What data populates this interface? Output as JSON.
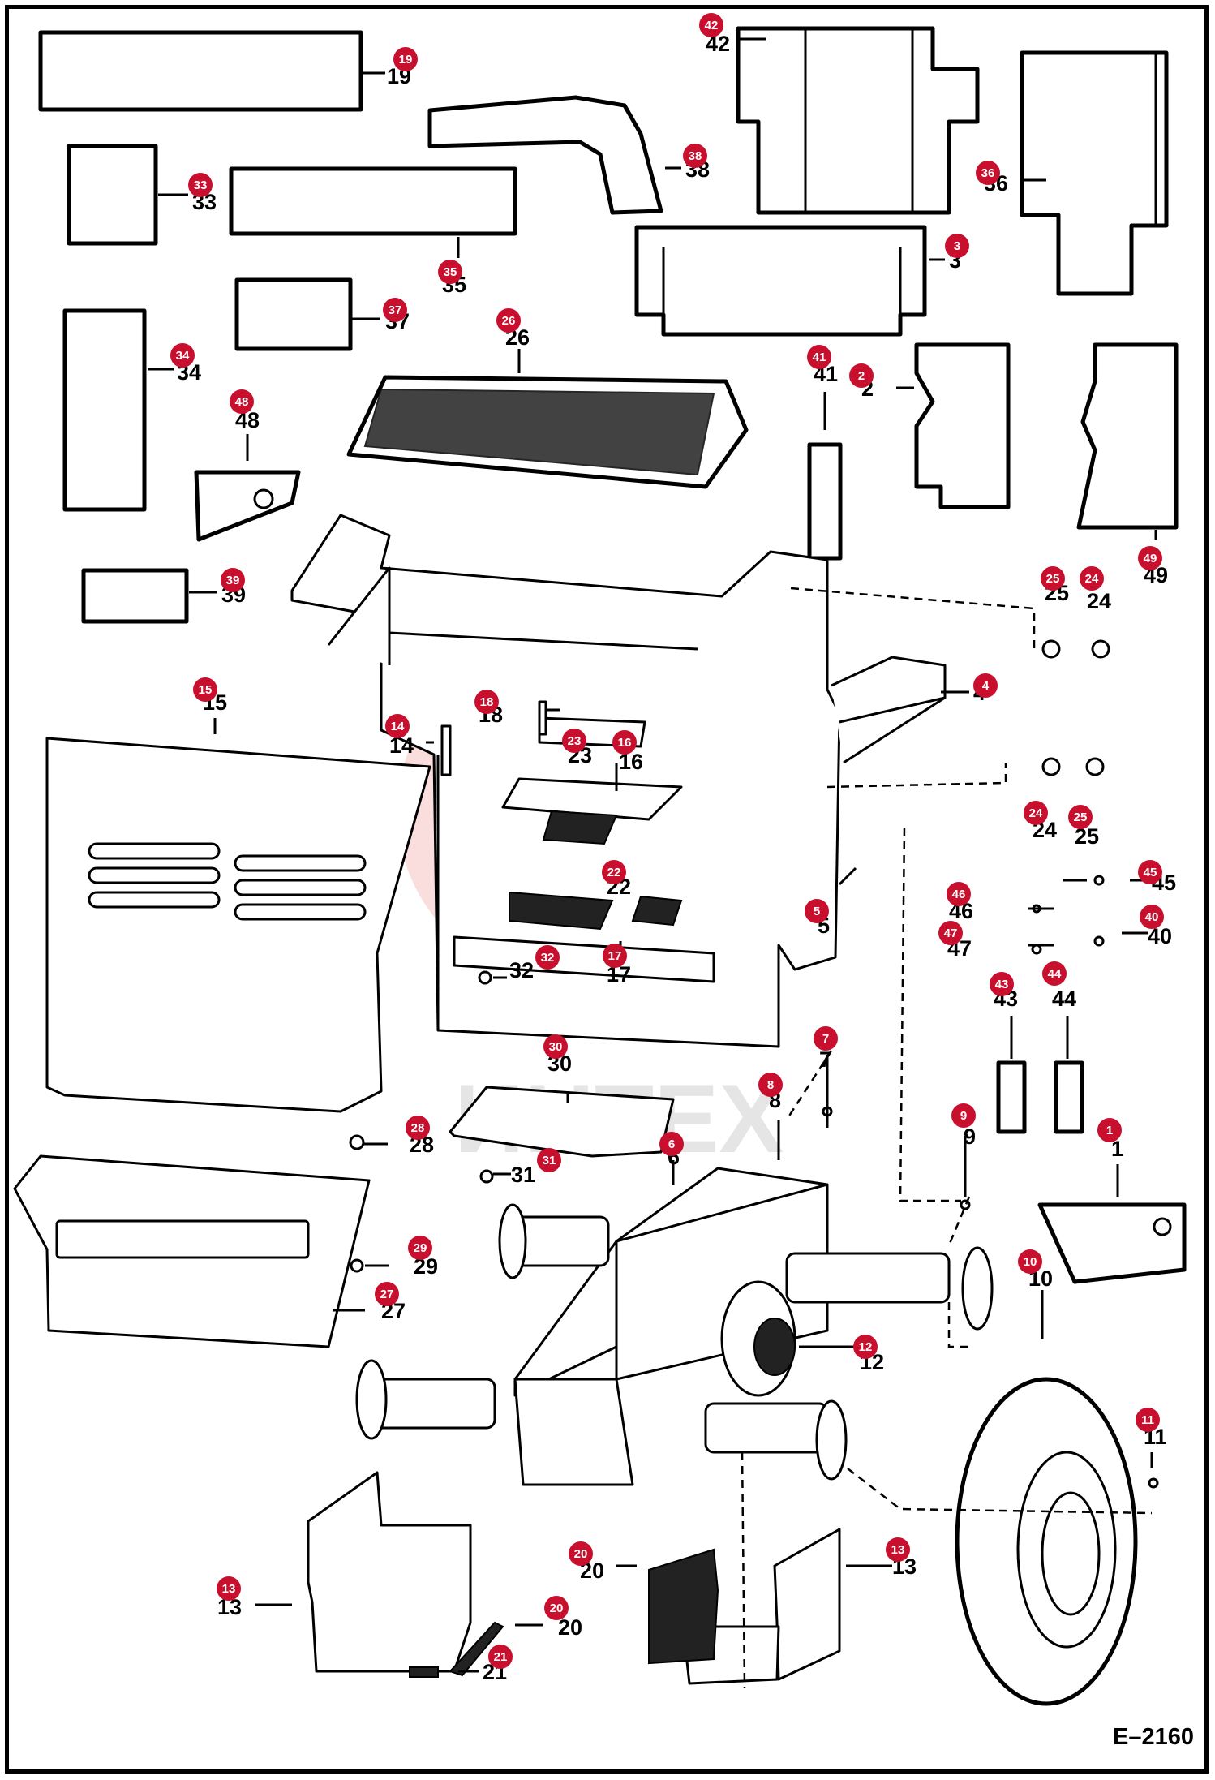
{
  "drawing_code": "E–2160",
  "watermark": "ИНТЕХ",
  "callouts": [
    {
      "n": "1"
    },
    {
      "n": "2"
    },
    {
      "n": "3"
    },
    {
      "n": "4"
    },
    {
      "n": "5"
    },
    {
      "n": "6"
    },
    {
      "n": "7"
    },
    {
      "n": "8"
    },
    {
      "n": "9"
    },
    {
      "n": "10"
    },
    {
      "n": "11"
    },
    {
      "n": "12"
    },
    {
      "n": "13"
    },
    {
      "n": "13"
    },
    {
      "n": "14"
    },
    {
      "n": "15"
    },
    {
      "n": "16"
    },
    {
      "n": "17"
    },
    {
      "n": "18"
    },
    {
      "n": "19"
    },
    {
      "n": "20"
    },
    {
      "n": "20"
    },
    {
      "n": "21"
    },
    {
      "n": "22"
    },
    {
      "n": "23"
    },
    {
      "n": "24"
    },
    {
      "n": "24"
    },
    {
      "n": "25"
    },
    {
      "n": "25"
    },
    {
      "n": "26"
    },
    {
      "n": "27"
    },
    {
      "n": "28"
    },
    {
      "n": "29"
    },
    {
      "n": "30"
    },
    {
      "n": "31"
    },
    {
      "n": "32"
    },
    {
      "n": "33"
    },
    {
      "n": "34"
    },
    {
      "n": "35"
    },
    {
      "n": "36"
    },
    {
      "n": "37"
    },
    {
      "n": "38"
    },
    {
      "n": "39"
    },
    {
      "n": "40"
    },
    {
      "n": "41"
    },
    {
      "n": "42"
    },
    {
      "n": "43"
    },
    {
      "n": "44"
    },
    {
      "n": "45"
    },
    {
      "n": "46"
    },
    {
      "n": "47"
    },
    {
      "n": "48"
    },
    {
      "n": "49"
    }
  ],
  "colors": {
    "badge": "#c8102e",
    "line": "#000000",
    "watermark": "#e23030"
  }
}
